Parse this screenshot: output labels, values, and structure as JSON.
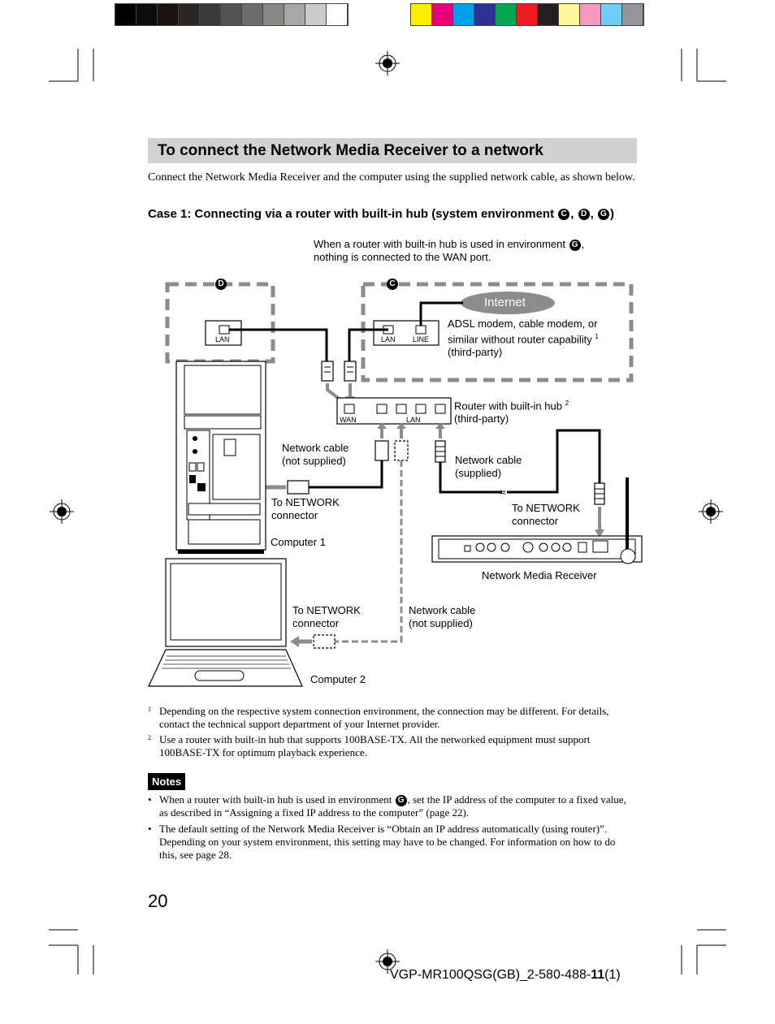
{
  "colors": {
    "grays": [
      "#000000",
      "#0d0d0d",
      "#1a1410",
      "#2a2624",
      "#3c3a38",
      "#55524f",
      "#6f6c69",
      "#8a8784",
      "#a9a7a5",
      "#cdcbca",
      "#ffffff"
    ],
    "process": [
      "#ffee00",
      "#e6007e",
      "#00a0e6",
      "#2e3192",
      "#00a651",
      "#ed1c24",
      "#231f20",
      "#fff799",
      "#f49ac1",
      "#6dcff6",
      "#939598"
    ],
    "title_bar": "#d2d2d2",
    "dash_gray": "#8c8c8c"
  },
  "section": {
    "title": "To connect the Network Media Receiver to a network",
    "intro": "Connect the Network Media Receiver and the computer using the supplied network cable, as shown below."
  },
  "case": {
    "label": "Case 1: Connecting via a router with built-in hub (system environment",
    "env1": "C",
    "sep1": ",",
    "env2": "D",
    "sep2": ",",
    "env3": "G",
    "close": ")"
  },
  "diagram": {
    "note_line1": "When a router with built-in hub is used in environment",
    "note_env": "G",
    "note_line1_end": ",",
    "note_line2": "nothing is connected to the WAN port.",
    "env_d": "D",
    "env_c": "C",
    "internet": "Internet",
    "lan1": "LAN",
    "lan2": "LAN",
    "line": "LINE",
    "wan": "WAN",
    "lan3": "LAN",
    "modem_l1": "ADSL modem, cable modem, or",
    "modem_l2": "similar without router capability",
    "modem_sup": "1",
    "modem_l3": "(third-party)",
    "router_l1": "Router with built-in hub",
    "router_sup": "2",
    "router_l2": "(third-party)",
    "cable_ns_l1": "Network cable",
    "cable_ns_l2": "(not supplied)",
    "cable_s_l1": "Network cable",
    "cable_s_l2": "(supplied)",
    "to_net1_l1": "To NETWORK",
    "to_net1_l2": "connector",
    "to_net2_l1": "To NETWORK",
    "to_net2_l2": "connector",
    "computer1": "Computer 1",
    "receiver": "Network Media Receiver",
    "to_net3_l1": "To NETWORK",
    "to_net3_l2": "connector",
    "cable_ns2_l1": "Network cable",
    "cable_ns2_l2": "(not supplied)",
    "computer2": "Computer 2"
  },
  "footnotes": [
    {
      "mark": "1",
      "text": "Depending on the respective system connection environment, the connection may be different. For details, contact the technical support department of your Internet provider."
    },
    {
      "mark": "2",
      "text": "Use a router with built-in hub that supports 100BASE-TX. All the networked equipment must support 100BASE-TX for optimum playback experience."
    }
  ],
  "notes": {
    "badge": "Notes",
    "items": [
      {
        "bullet": "•",
        "pre": "When a router with built-in hub is used in environment",
        "env": "G",
        "post": ", set the IP address of the computer to a fixed value, as described in “Assigning a fixed IP address to the computer” (page 22)."
      },
      {
        "bullet": "•",
        "text": "The default setting of the Network Media Receiver is “Obtain an IP address automatically (using router)”. Depending on your system environment, this setting may have to be changed. For information on how to do this, see page 28."
      }
    ]
  },
  "page_number": "20",
  "footer": {
    "main": "VGP-MR100QSG(GB)_2-580-488-",
    "bold": "11",
    "tail": "(1)"
  }
}
